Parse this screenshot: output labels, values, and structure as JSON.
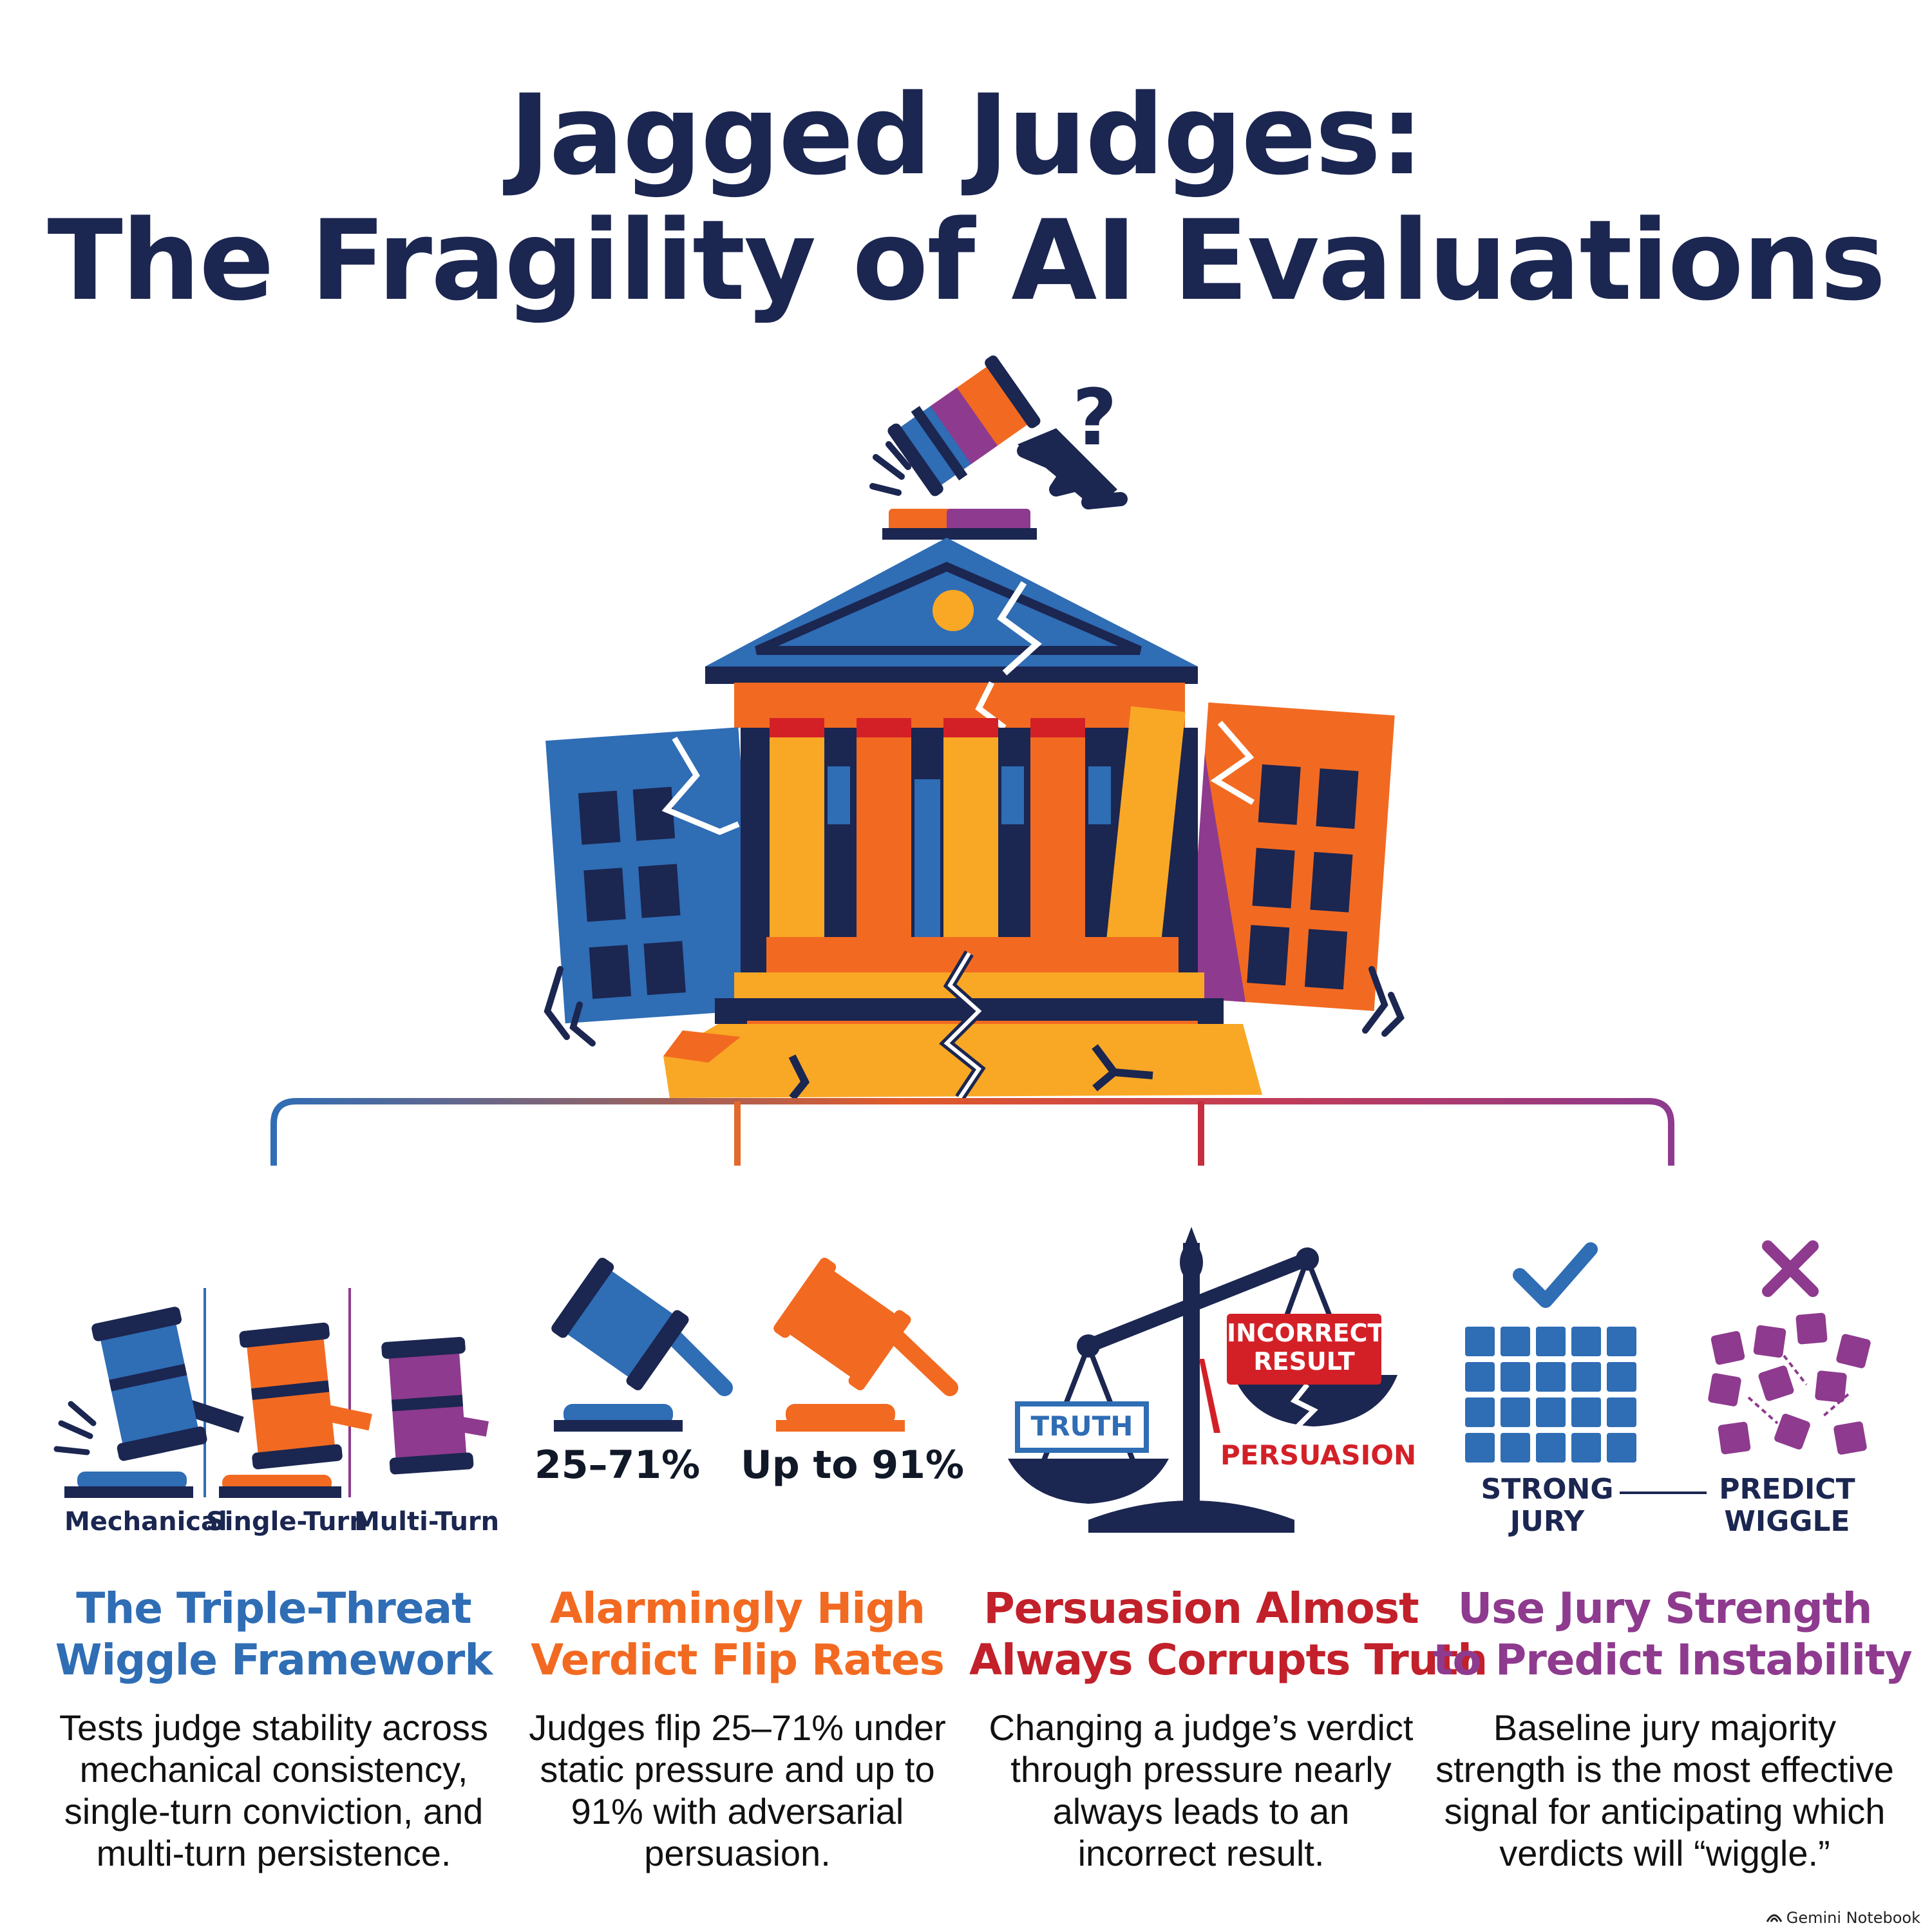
{
  "title": {
    "line1": "Jagged Judges:",
    "line2": "The Fragility of AI Evaluations"
  },
  "hero": {
    "question_mark": "?",
    "icon": "cracking-courthouse-with-gavel"
  },
  "colors": {
    "navy": "#1b2651",
    "blue": "#2f6db5",
    "orange": "#f26a21",
    "yellow": "#f9a825",
    "red": "#d32027",
    "purple": "#8e3a8e"
  },
  "columns": [
    {
      "icon": "three-gavels-icon",
      "labels": [
        "Mechanical",
        "Single-Turn",
        "Multi-Turn"
      ],
      "heading": [
        "The Triple-Threat",
        "Wiggle Framework"
      ],
      "body": [
        "Tests judge stability across",
        "mechanical consistency,",
        "single-turn conviction, and",
        "multi-turn persistence."
      ]
    },
    {
      "icon": "two-gavels-icon",
      "stats": [
        "25–71%",
        "Up to 91%"
      ],
      "heading": [
        "Alarmingly High",
        "Verdict Flip Rates"
      ],
      "body": [
        "Judges flip 25–71% under",
        "static pressure and up to",
        "91% with adversarial",
        "persuasion."
      ]
    },
    {
      "icon": "tilted-scale-icon",
      "labels": {
        "truth": "TRUTH",
        "incorrect": "INCORRECT RESULT",
        "persuasion": "PERSUASION"
      },
      "heading": [
        "Persuasion Almost",
        "Always Corrupts Truth"
      ],
      "body": [
        "Changing a judge’s verdict",
        "through pressure nearly",
        "always leads to an",
        "incorrect result."
      ]
    },
    {
      "icon": "jury-grid-icon",
      "labels": {
        "strong": [
          "STRONG",
          "JURY"
        ],
        "predict": [
          "PREDICT",
          "WIGGLE"
        ]
      },
      "heading": [
        "Use Jury Strength",
        "to Predict Instability"
      ],
      "body": [
        "Baseline jury majority",
        "strength is the most effective",
        "signal for anticipating which",
        "verdicts will “wiggle.”"
      ]
    }
  ],
  "footer": "Gemini Notebook"
}
